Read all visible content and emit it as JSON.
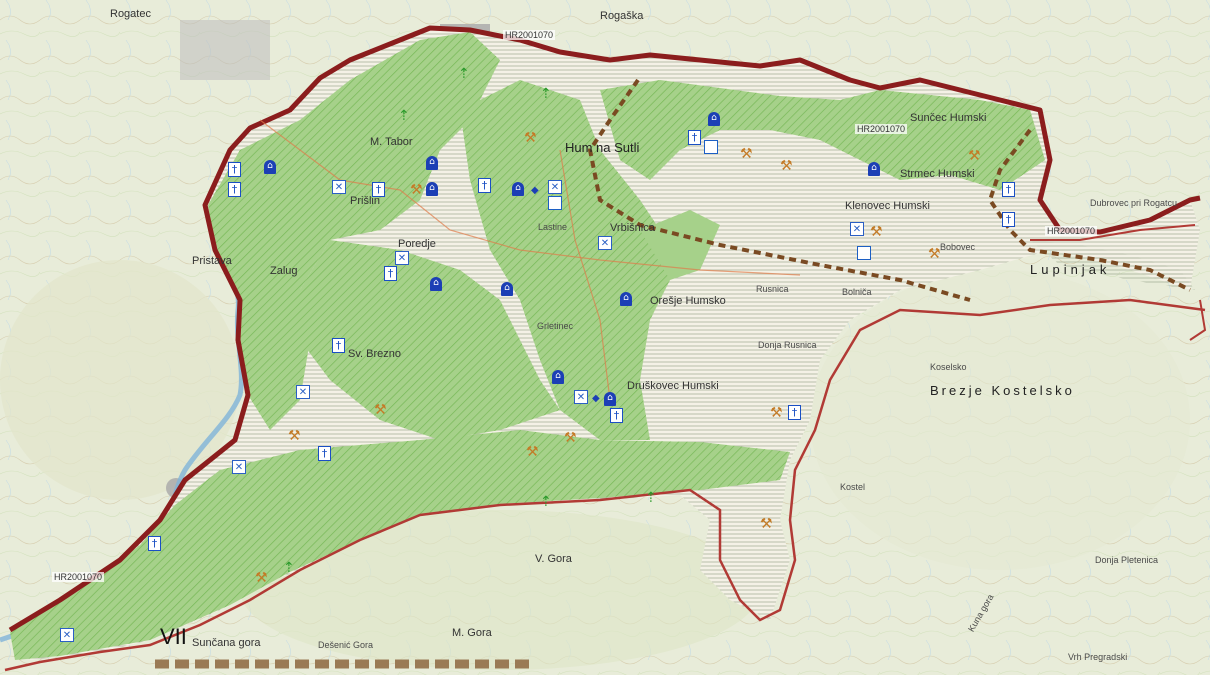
{
  "map": {
    "zone_label": "VII",
    "zone_codes": [
      "HR2001070",
      "HR2001070",
      "HR2001070",
      "HR2001070"
    ],
    "place_labels": [
      "Rogatec",
      "Rogaška",
      "Pristava",
      "M. Tabor",
      "Hum na Sutli",
      "Prišlin",
      "Poredje",
      "Zalug",
      "Lastine",
      "Vrbišnica",
      "Sv. Brezno",
      "Orešje Humsko",
      "Druškovec Humski",
      "Grletinec",
      "Strmec Humski",
      "Klenovec Humski",
      "Lupinjak",
      "Bobovec",
      "Koselsko",
      "Brezje Kostelsko",
      "Kostel",
      "M. Gora",
      "V. Gora",
      "Dešenić Gora",
      "Sunčana gora",
      "Sunčec Humski",
      "Dubrovec pri Rogatcu",
      "Donja Pletenica",
      "Vrh Pregradski",
      "Donja Rusnica",
      "Rusnica",
      "Bolniča",
      "Kuna gora"
    ],
    "colors": {
      "background": "#e9ecdc",
      "protected_fill": "#9fcf84",
      "boundary_dark": "#8b1d1d",
      "boundary_light": "#b13a35",
      "dashed_line": "#7a4a22",
      "church_icon": "#1c3fb5",
      "cross_icon": "#1a4fc4",
      "tree_icon": "#2b9a2b",
      "pick_icon": "#c47b27"
    },
    "legend_icons": [
      "church-icon",
      "cross-icon",
      "crossed-box-icon",
      "tree-icon",
      "pickaxe-icon",
      "diamond-icon"
    ]
  }
}
